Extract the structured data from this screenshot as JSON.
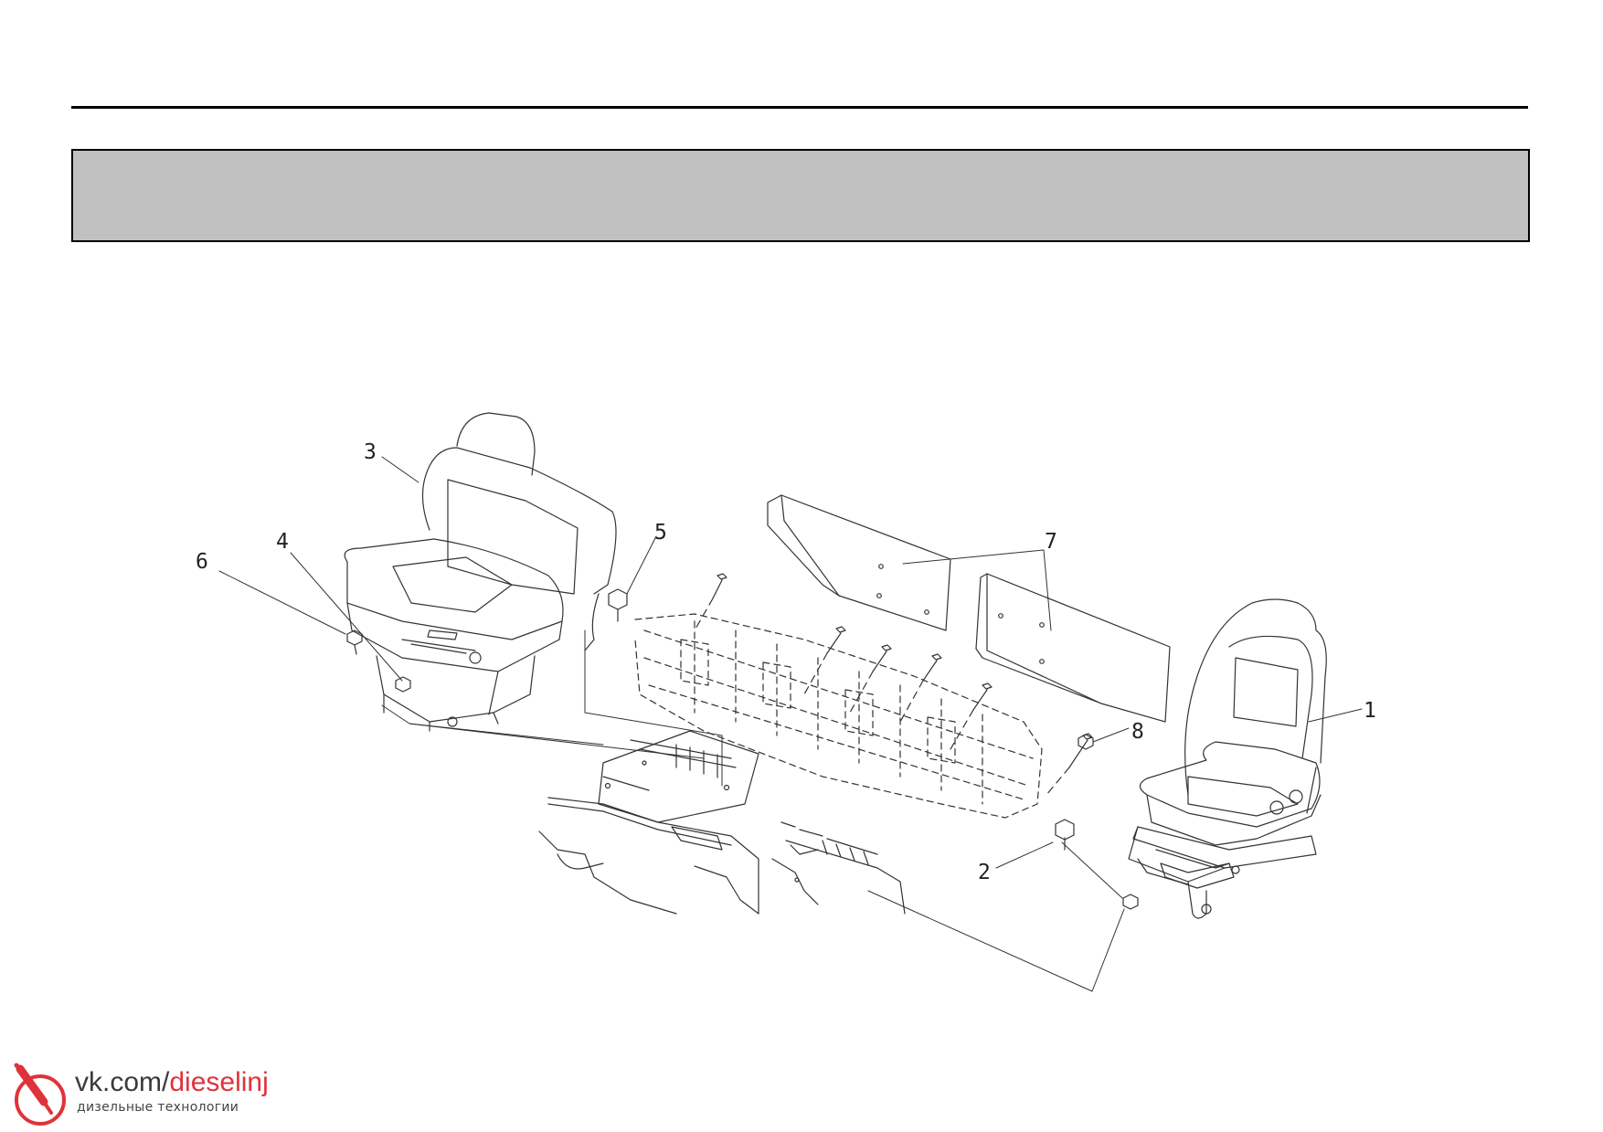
{
  "header": {
    "title": ""
  },
  "callouts": [
    {
      "id": "1",
      "text": "1"
    },
    {
      "id": "2",
      "text": "2"
    },
    {
      "id": "3",
      "text": "3"
    },
    {
      "id": "4",
      "text": "4"
    },
    {
      "id": "5",
      "text": "5"
    },
    {
      "id": "6",
      "text": "6"
    },
    {
      "id": "7",
      "text": "7"
    },
    {
      "id": "8",
      "text": "8"
    }
  ],
  "watermark": {
    "url_prefix": "vk.com/",
    "url_suffix": "dieselinj",
    "subtitle": "дизельные технологии",
    "accent_color": "#e0323a"
  }
}
